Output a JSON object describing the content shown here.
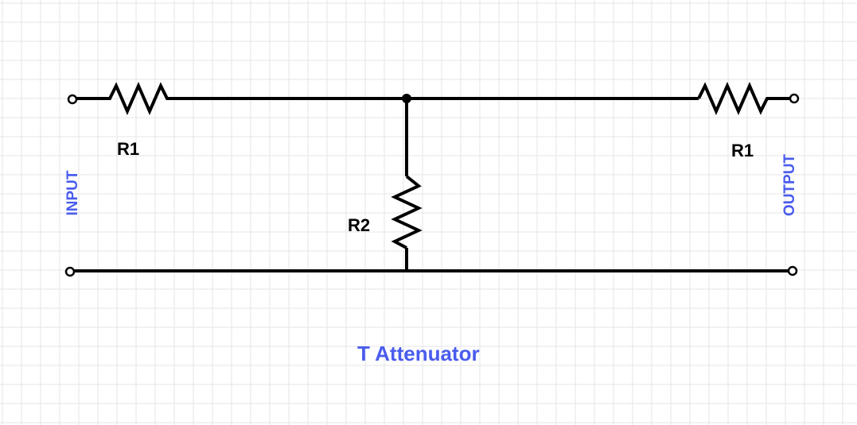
{
  "diagram": {
    "labels": {
      "r1_left": "R1",
      "r1_right": "R1",
      "r2": "R2"
    },
    "ports": {
      "input": "INPUT",
      "output": "OUTPUT"
    },
    "caption": "T Attenuator"
  },
  "colors": {
    "accent": "#4a5ced",
    "wire": "#000000",
    "grid": "#e6e6e6",
    "background": "#ffffff"
  }
}
